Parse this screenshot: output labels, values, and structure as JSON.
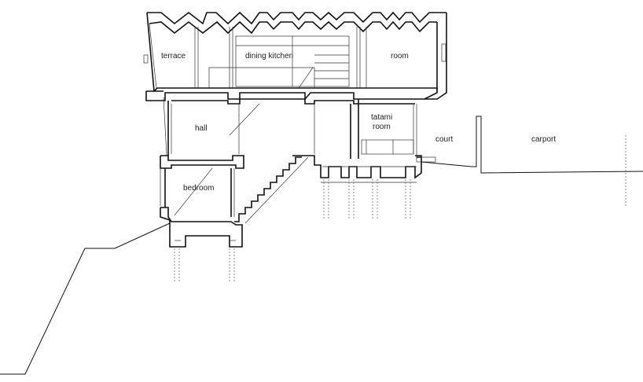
{
  "drawing": {
    "rooms": {
      "terrace": "terrace",
      "dining_kitchen": "dining kitchen",
      "room": "room",
      "hall": "hall",
      "tatami_line1": "tatami",
      "tatami_line2": "room",
      "court": "court",
      "carport": "carport",
      "bedroom": "bedroom"
    },
    "colors": {
      "line": "#111111",
      "background": "#ffffff"
    }
  }
}
